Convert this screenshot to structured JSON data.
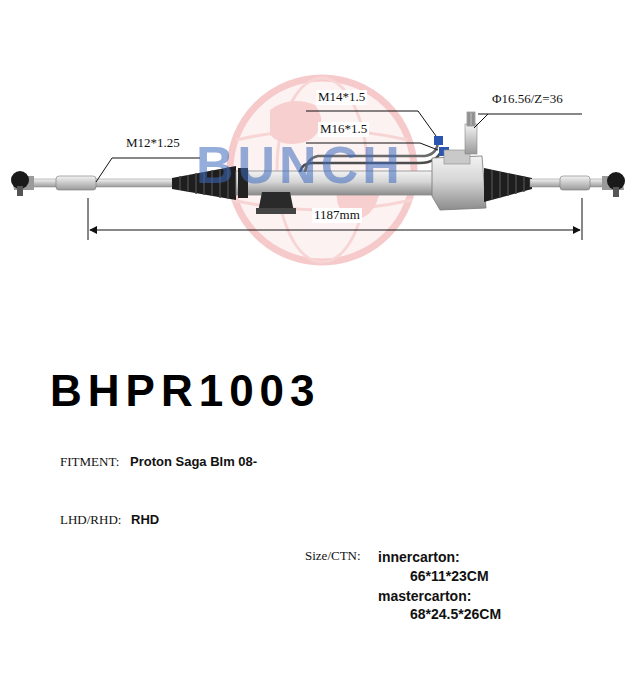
{
  "diagram": {
    "title": "BHPR1003",
    "labels": [
      "BUNCH",
      "M14*1.5",
      "M16*1.5",
      "Φ16.56/Z=36",
      "M12*1.25",
      "1187mm",
      "FITMENT:",
      "Proton Saga Blm 08-",
      "LHD/RHD:",
      "RHD",
      "Size/CTN:",
      "innercarton:",
      "66*11*23CM",
      "mastercarton:",
      "68*24.5*26CM"
    ]
  }
}
